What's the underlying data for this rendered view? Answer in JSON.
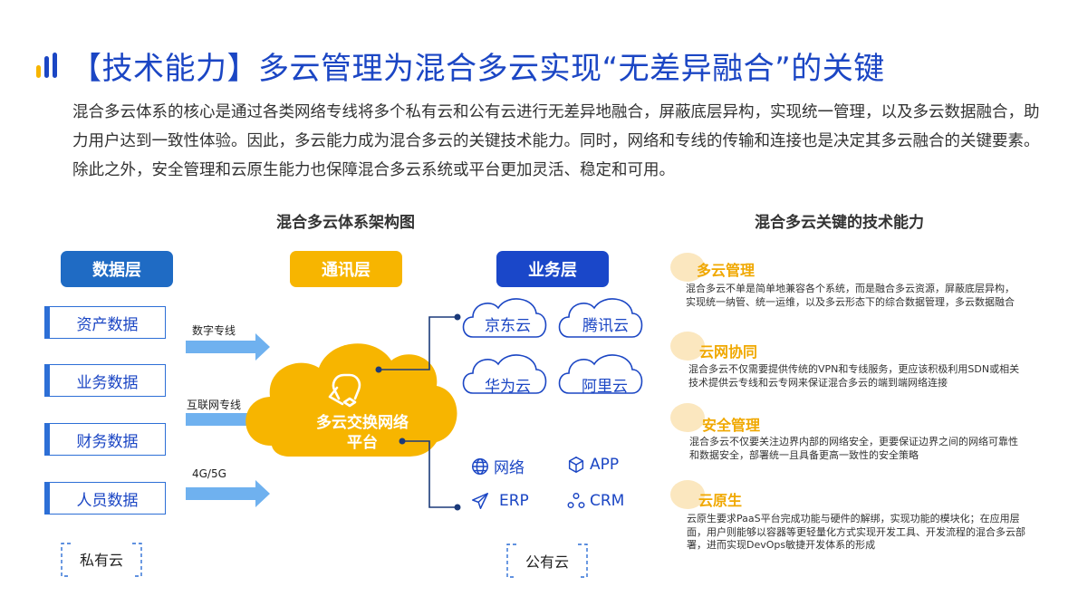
{
  "header": {
    "title": "【技术能力】多云管理为混合多云实现“无差异融合”的关键",
    "intro": "混合多云体系的核心是通过各类网络专线将多个私有云和公有云进行无差异地融合，屏蔽底层异构，实现统一管理，以及多云数据融合，助力用户达到一致性体验。因此，多云能力成为混合多云的关键技术能力。同时，网络和专线的传输和连接也是决定其多云融合的关键要素。除此之外，安全管理和云原生能力也保障混合多云系统或平台更加灵活、稳定和可用。"
  },
  "diagram": {
    "title": "混合多云体系架构图",
    "layers": {
      "data": "数据层",
      "comm": "通讯层",
      "biz": "业务层"
    },
    "data_boxes": [
      "资产数据",
      "业务数据",
      "财务数据",
      "人员数据"
    ],
    "links": [
      "数字专线",
      "互联网专线",
      "4G/5G"
    ],
    "hub": {
      "line1": "多云交换网络",
      "line2": "平台"
    },
    "clouds": [
      "京东云",
      "腾讯云",
      "华为云",
      "阿里云"
    ],
    "services": [
      {
        "label": "网络",
        "icon": "globe-icon"
      },
      {
        "label": "APP",
        "icon": "cube-icon"
      },
      {
        "label": "ERP",
        "icon": "paper-plane-icon"
      },
      {
        "label": "CRM",
        "icon": "users-icon"
      }
    ],
    "private_cloud": "私有云",
    "public_cloud": "公有云"
  },
  "capabilities": {
    "title": "混合多云关键的技术能力",
    "items": [
      {
        "title": "多云管理",
        "desc": "混合多云不单是简单地兼容各个系统，而是融合多云资源，屏蔽底层异构，实现统一纳管、统一运维，以及多云形态下的综合数据管理，多云数据融合"
      },
      {
        "title": "云网协同",
        "desc": "混合多云不仅需要提供传统的VPN和专线服务，更应该积极利用SDN或相关技术提供云专线和云专网来保证混合多云的端到端网络连接"
      },
      {
        "title": "安全管理",
        "desc": "混合多云不仅要关注边界内部的网络安全，更要保证边界之间的网络可靠性和数据安全，部署统一且具备更高一致性的安全策略"
      },
      {
        "title": "云原生",
        "desc": "云原生要求PaaS平台完成功能与硬件的解绑，实现功能的模块化；在应用层面，用户则能够以容器等更轻量化方式实现开发工具、开发流程的混合多云部署，进而实现DevOps敏捷开发体系的形成"
      }
    ]
  },
  "colors": {
    "blue": "#1b46c4",
    "mid_blue": "#2d6fd6",
    "yellow": "#f7b500",
    "light_yellow": "#fbe7bf",
    "arrow": "#6fb1ef"
  }
}
